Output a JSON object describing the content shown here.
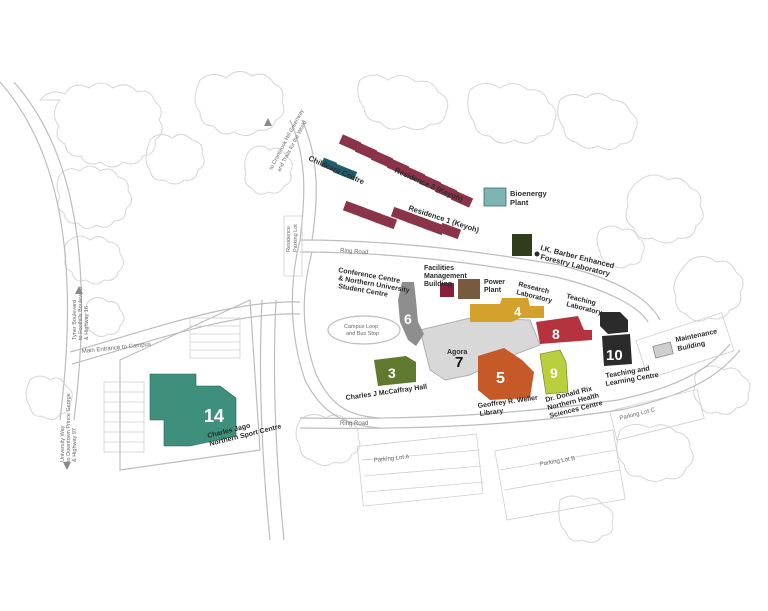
{
  "colors": {
    "residence": "#8a3349",
    "childcare": "#1f5d6d",
    "bioenergy": "#7fb4b4",
    "ikbarber": "#2f3d1c",
    "facilities": "#8a1f3c",
    "powerplant": "#7a5a3c",
    "b6": "#8e8e8e",
    "b4": "#d4a22c",
    "b8": "#b4333e",
    "teaching_lab": "#2b2b2b",
    "b10": "#2b2b2b",
    "maintenance": "#cfcfcf",
    "b3": "#5f7a2e",
    "b5": "#c55a28",
    "b9": "#b9cf3d",
    "b14": "#3f8f7d",
    "agora": "#bfbfbf"
  },
  "labels": {
    "childcare": "Childcare Centre",
    "residence2": "Residence 2 (Keyoh)",
    "residence1": "Residence 1 (Keyoh)",
    "bioenergy_1": "Bioenergy",
    "bioenergy_2": "Plant",
    "ikbarber_1": "I.K. Barber Enhanced",
    "ikbarber_2": "Forestry Laboratory",
    "facilities_1": "Facilities",
    "facilities_2": "Management",
    "facilities_3": "Building",
    "power_1": "Power",
    "power_2": "Plant",
    "research_1": "Research",
    "research_2": "Laboratory",
    "teachinglab_1": "Teaching",
    "teachinglab_2": "Laboratory",
    "maintenance_1": "Maintenance",
    "maintenance_2": "Building",
    "conference_1": "Conference Centre",
    "conference_2": "& Northern University",
    "conference_3": "Student Centre",
    "agora_1": "Agora",
    "mccaffray": "Charles J McCaffray Hall",
    "weller_1": "Geoffrey R. Weller",
    "weller_2": "Library",
    "rix_1": "Dr. Donald Rix",
    "rix_2": "Northern Health",
    "rix_3": "Sciences Centre",
    "tlc_1": "Teaching and",
    "tlc_2": "Learning Centre",
    "jago_1": "Charles Jago",
    "jago_2": "Northern Sport Centre"
  },
  "numbers": {
    "n3": "3",
    "n4": "4",
    "n5": "5",
    "n6": "6",
    "n7": "7",
    "n8": "8",
    "n9": "9",
    "n10": "10",
    "n14": "14"
  },
  "roads": {
    "ring_road_n": "Ring Road",
    "ring_road_s": "Ring Road",
    "parking_lot_a": "Parking Lot A",
    "parking_lot_b": "Parking Lot B",
    "parking_lot_c": "Parking Lot C",
    "residence_parking_1": "Residence",
    "residence_parking_2": "Parking Lot",
    "main_entrance": "Main Entrance to Campus",
    "cranbrook_1": "to Cranbrook Hill Greenway",
    "cranbrook_2": "and Trails for the World",
    "tyner_1": "Tyner Boulevard",
    "tyner_2": "to Foothills Boulevard",
    "tyner_3": "& Highway 16",
    "univway_1": "University Way",
    "univway_2": "to Downtown Prince George",
    "univway_3": "& Highway 97",
    "loop_1": "Campus Loop",
    "loop_2": "and Bus Stop"
  }
}
